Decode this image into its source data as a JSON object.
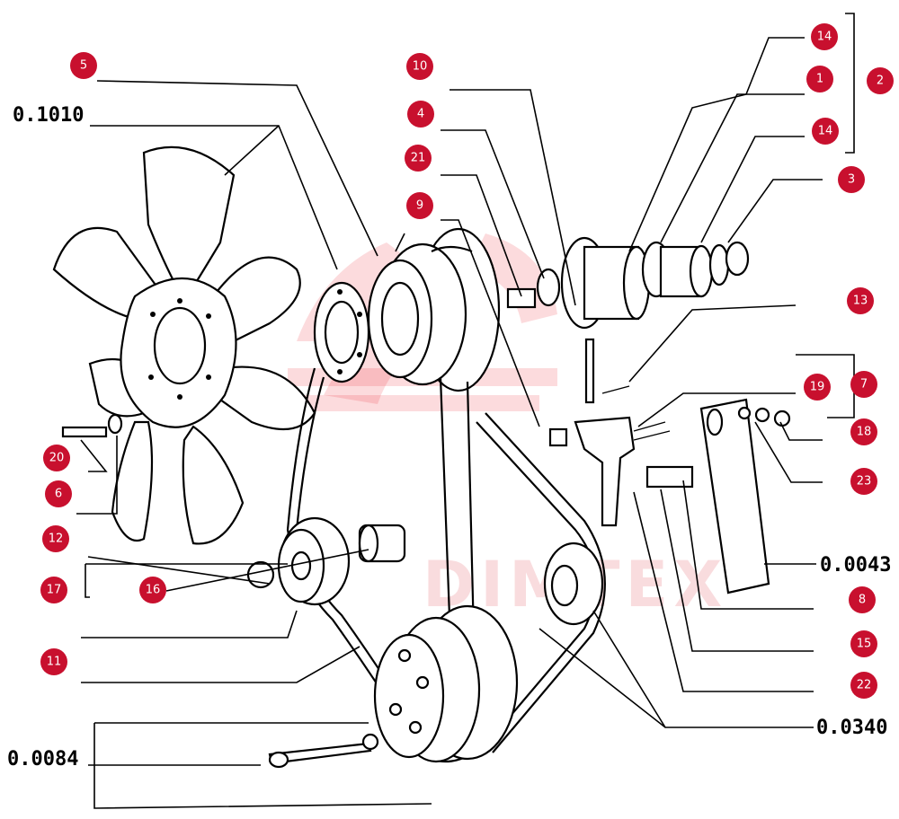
{
  "diagram": {
    "part_numbers": [
      {
        "id": "badge-5",
        "label": "5"
      },
      {
        "id": "badge-10",
        "label": "10"
      },
      {
        "id": "badge-4",
        "label": "4"
      },
      {
        "id": "badge-21",
        "label": "21"
      },
      {
        "id": "badge-9",
        "label": "9"
      },
      {
        "id": "badge-14a",
        "label": "14"
      },
      {
        "id": "badge-1",
        "label": "1"
      },
      {
        "id": "badge-2",
        "label": "2"
      },
      {
        "id": "badge-14b",
        "label": "14"
      },
      {
        "id": "badge-3",
        "label": "3"
      },
      {
        "id": "badge-13",
        "label": "13"
      },
      {
        "id": "badge-19",
        "label": "19"
      },
      {
        "id": "badge-7",
        "label": "7"
      },
      {
        "id": "badge-18",
        "label": "18"
      },
      {
        "id": "badge-23",
        "label": "23"
      },
      {
        "id": "badge-8",
        "label": "8"
      },
      {
        "id": "badge-15",
        "label": "15"
      },
      {
        "id": "badge-22",
        "label": "22"
      },
      {
        "id": "badge-20",
        "label": "20"
      },
      {
        "id": "badge-6",
        "label": "6"
      },
      {
        "id": "badge-12",
        "label": "12"
      },
      {
        "id": "badge-17",
        "label": "17"
      },
      {
        "id": "badge-16",
        "label": "16"
      },
      {
        "id": "badge-11",
        "label": "11"
      }
    ],
    "assembly_codes": {
      "code_1010": "0.1010",
      "code_0043": "0.0043",
      "code_0340": "0.0340",
      "code_0084": "0.0084"
    },
    "watermark": "DIMTEX",
    "colors": {
      "badge": "#c8102e",
      "line": "#000000",
      "watermark": "#e8101c"
    }
  }
}
